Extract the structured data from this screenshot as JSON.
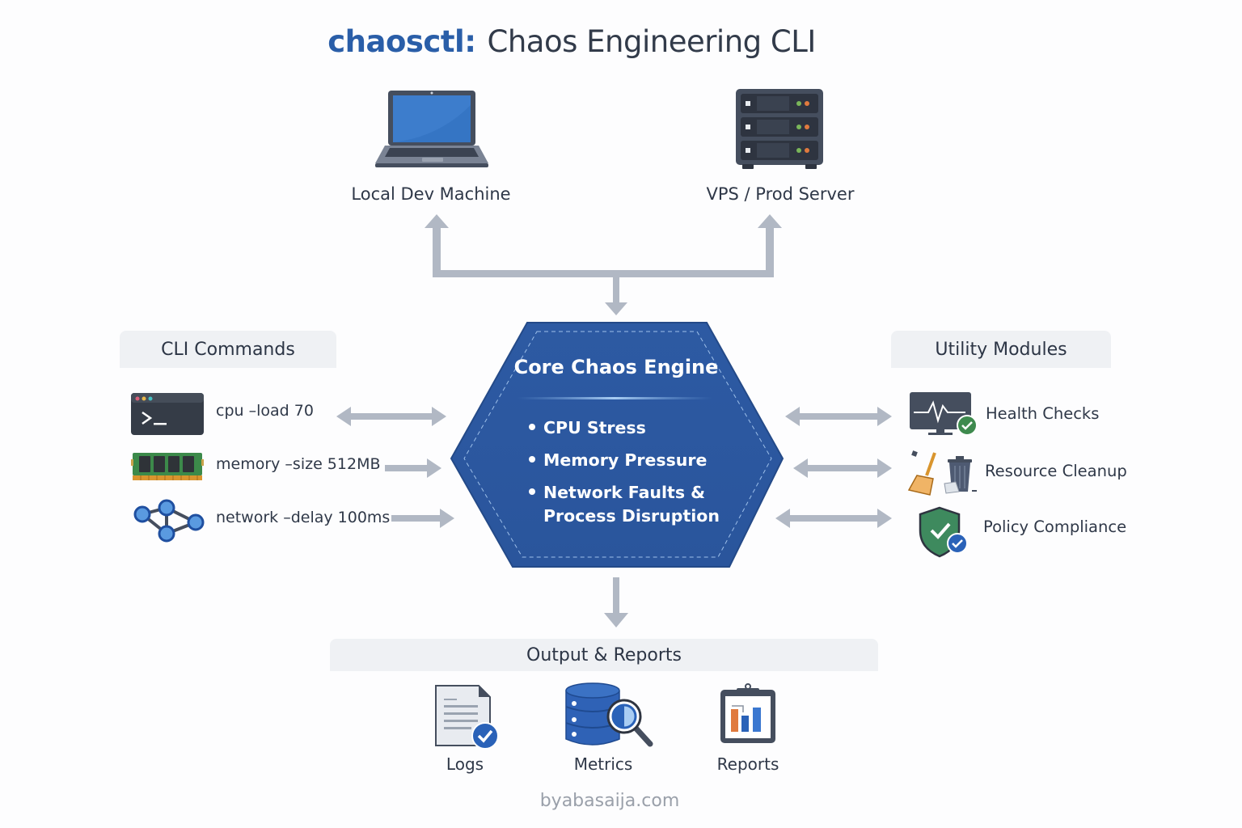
{
  "title": {
    "brand": "chaosctl:",
    "rest": "Chaos Engineering CLI"
  },
  "targets": [
    {
      "label": "Local Dev Machine",
      "icon": "laptop-icon"
    },
    {
      "label": "VPS / Prod Server",
      "icon": "server-rack-icon"
    }
  ],
  "cli_commands": {
    "heading": "CLI Commands",
    "items": [
      {
        "label": "cpu  –load 70",
        "icon": "terminal-icon",
        "arrow": "bidirectional"
      },
      {
        "label": "memory –size 512MB",
        "icon": "ram-module-icon",
        "arrow": "right"
      },
      {
        "label": "network –delay 100ms",
        "icon": "network-graph-icon",
        "arrow": "right"
      }
    ]
  },
  "engine": {
    "title": "Core Chaos Engine",
    "items": [
      {
        "line1": "CPU Stress"
      },
      {
        "line1": "Memory Pressure"
      },
      {
        "line1": "Network Faults &",
        "line2": "Process Disruption"
      }
    ]
  },
  "utility_modules": {
    "heading": "Utility Modules",
    "items": [
      {
        "label": "Health Checks",
        "icon": "health-monitor-icon",
        "arrow": "bidirectional"
      },
      {
        "label": "Resource Cleanup",
        "icon": "broom-trash-icon",
        "arrow": "bidirectional"
      },
      {
        "label": "Policy Compliance",
        "icon": "shield-check-icon",
        "arrow": "bidirectional"
      }
    ]
  },
  "output": {
    "heading": "Output & Reports",
    "items": [
      {
        "label": "Logs",
        "icon": "document-check-icon"
      },
      {
        "label": "Metrics",
        "icon": "database-search-icon"
      },
      {
        "label": "Reports",
        "icon": "clipboard-chart-icon"
      }
    ]
  },
  "colors": {
    "brand": "#2a5ea8",
    "engine_fill": "#2d5aa3",
    "arrow": "#b1b8c4",
    "panel_bg": "#eff1f4"
  },
  "footer": "byabasaija.com"
}
